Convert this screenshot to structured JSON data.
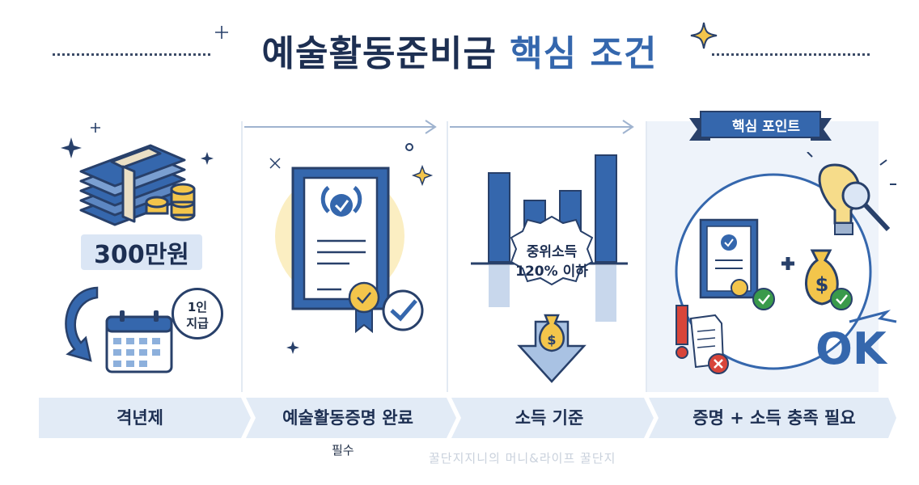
{
  "title": {
    "part1": "예술활동준비금",
    "part2": "핵심 조건"
  },
  "panels": [
    {
      "amount": "300만원",
      "bubble_line1": "1인",
      "bubble_line2": "지급",
      "label": "격년제"
    },
    {
      "label": "예술활동증명 완료",
      "sublabel": "필수"
    },
    {
      "badge_line1": "중위소득",
      "badge_line2": "120% 이하",
      "label": "소득 기준"
    },
    {
      "ribbon": "핵심 포인트",
      "ok_text": "OK",
      "label": "증명 + 소득 충족 필요"
    }
  ],
  "watermark": "꿀단지지니의 머니&라이프 꿀단지",
  "colors": {
    "navy": "#1d2f52",
    "blue": "#3567ad",
    "light_blue": "#e2ebf6",
    "yellow": "#f3c54b",
    "green": "#3a9a4b",
    "red": "#d8453a"
  },
  "icons": [
    "money-stack-icon",
    "coin-stack-icon",
    "calendar-icon",
    "cycle-arrow-icon",
    "certificate-icon",
    "medal-icon",
    "check-icon",
    "bar-chart-icon",
    "money-bag-icon",
    "down-arrow-icon",
    "lightbulb-icon",
    "magnifier-icon",
    "plus-icon",
    "document-icon",
    "warning-icon",
    "sparkle-icon"
  ]
}
